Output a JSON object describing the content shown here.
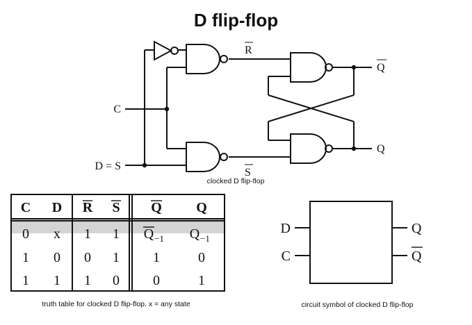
{
  "title": "D flip-flop",
  "circuit": {
    "input_c": "C",
    "input_d": "D = S",
    "r_bar": "R",
    "s_bar": "S",
    "q_bar": "Q",
    "q": "Q",
    "caption": "clocked D flip-flop"
  },
  "truth_table": {
    "headers": [
      "C",
      "D",
      "R",
      "S",
      "Q",
      "Q"
    ],
    "rows": [
      [
        "0",
        "x",
        "1",
        "1",
        "Q",
        "Q"
      ],
      [
        "1",
        "0",
        "0",
        "1",
        "1",
        "0"
      ],
      [
        "1",
        "1",
        "1",
        "0",
        "0",
        "1"
      ]
    ],
    "row0_sub": "−1",
    "caption": "truth table for clocked D flip-flop. x = any state",
    "highlight_color": "#d4d4d4"
  },
  "symbol": {
    "input_d": "D",
    "input_c": "C",
    "output_q": "Q",
    "output_q_bar": "Q",
    "caption": "circuit symbol of clocked D flip-flop"
  }
}
